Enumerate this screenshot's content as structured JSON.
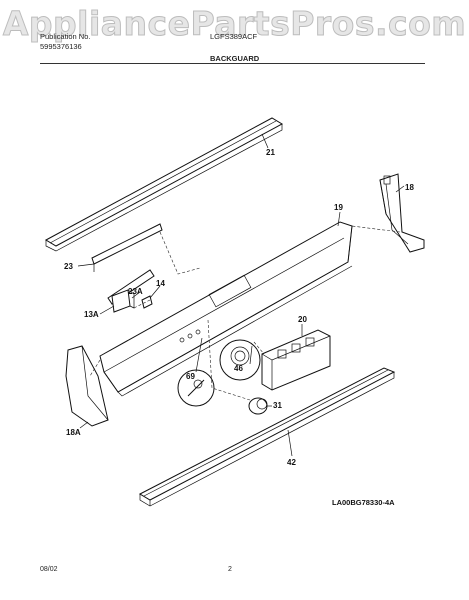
{
  "watermark": "AppliancePartsPros.com",
  "header": {
    "publication_label": "Publication No.",
    "publication_number": "5995376136",
    "model": "LGFS389ACF",
    "section": "BACKGUARD"
  },
  "parts": [
    {
      "id": "21",
      "label": "21"
    },
    {
      "id": "18",
      "label": "18"
    },
    {
      "id": "19",
      "label": "19"
    },
    {
      "id": "23",
      "label": "23"
    },
    {
      "id": "14",
      "label": "14"
    },
    {
      "id": "23A",
      "label": "23A"
    },
    {
      "id": "13A",
      "label": "13A"
    },
    {
      "id": "20",
      "label": "20"
    },
    {
      "id": "69",
      "label": "69"
    },
    {
      "id": "46",
      "label": "46"
    },
    {
      "id": "31",
      "label": "31"
    },
    {
      "id": "18A",
      "label": "18A"
    },
    {
      "id": "42",
      "label": "42"
    }
  ],
  "diagram_code": "LA00BG78330-4A",
  "footer": {
    "date": "08/02",
    "page": "2"
  }
}
